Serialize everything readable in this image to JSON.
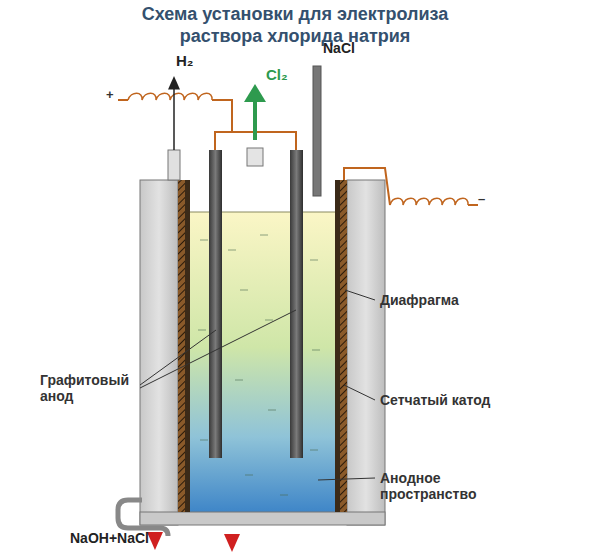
{
  "diagram": {
    "title": "Схема установки для электролиза раствора хлорида натрия",
    "labels": [
      "H₂",
      "Cl₂",
      "NaCl",
      "+",
      "–",
      "Диафрагма",
      "Графитовый анод",
      "Сетчатый катод",
      "Анодное пространство",
      "NaOH+NaCl"
    ]
  }
}
